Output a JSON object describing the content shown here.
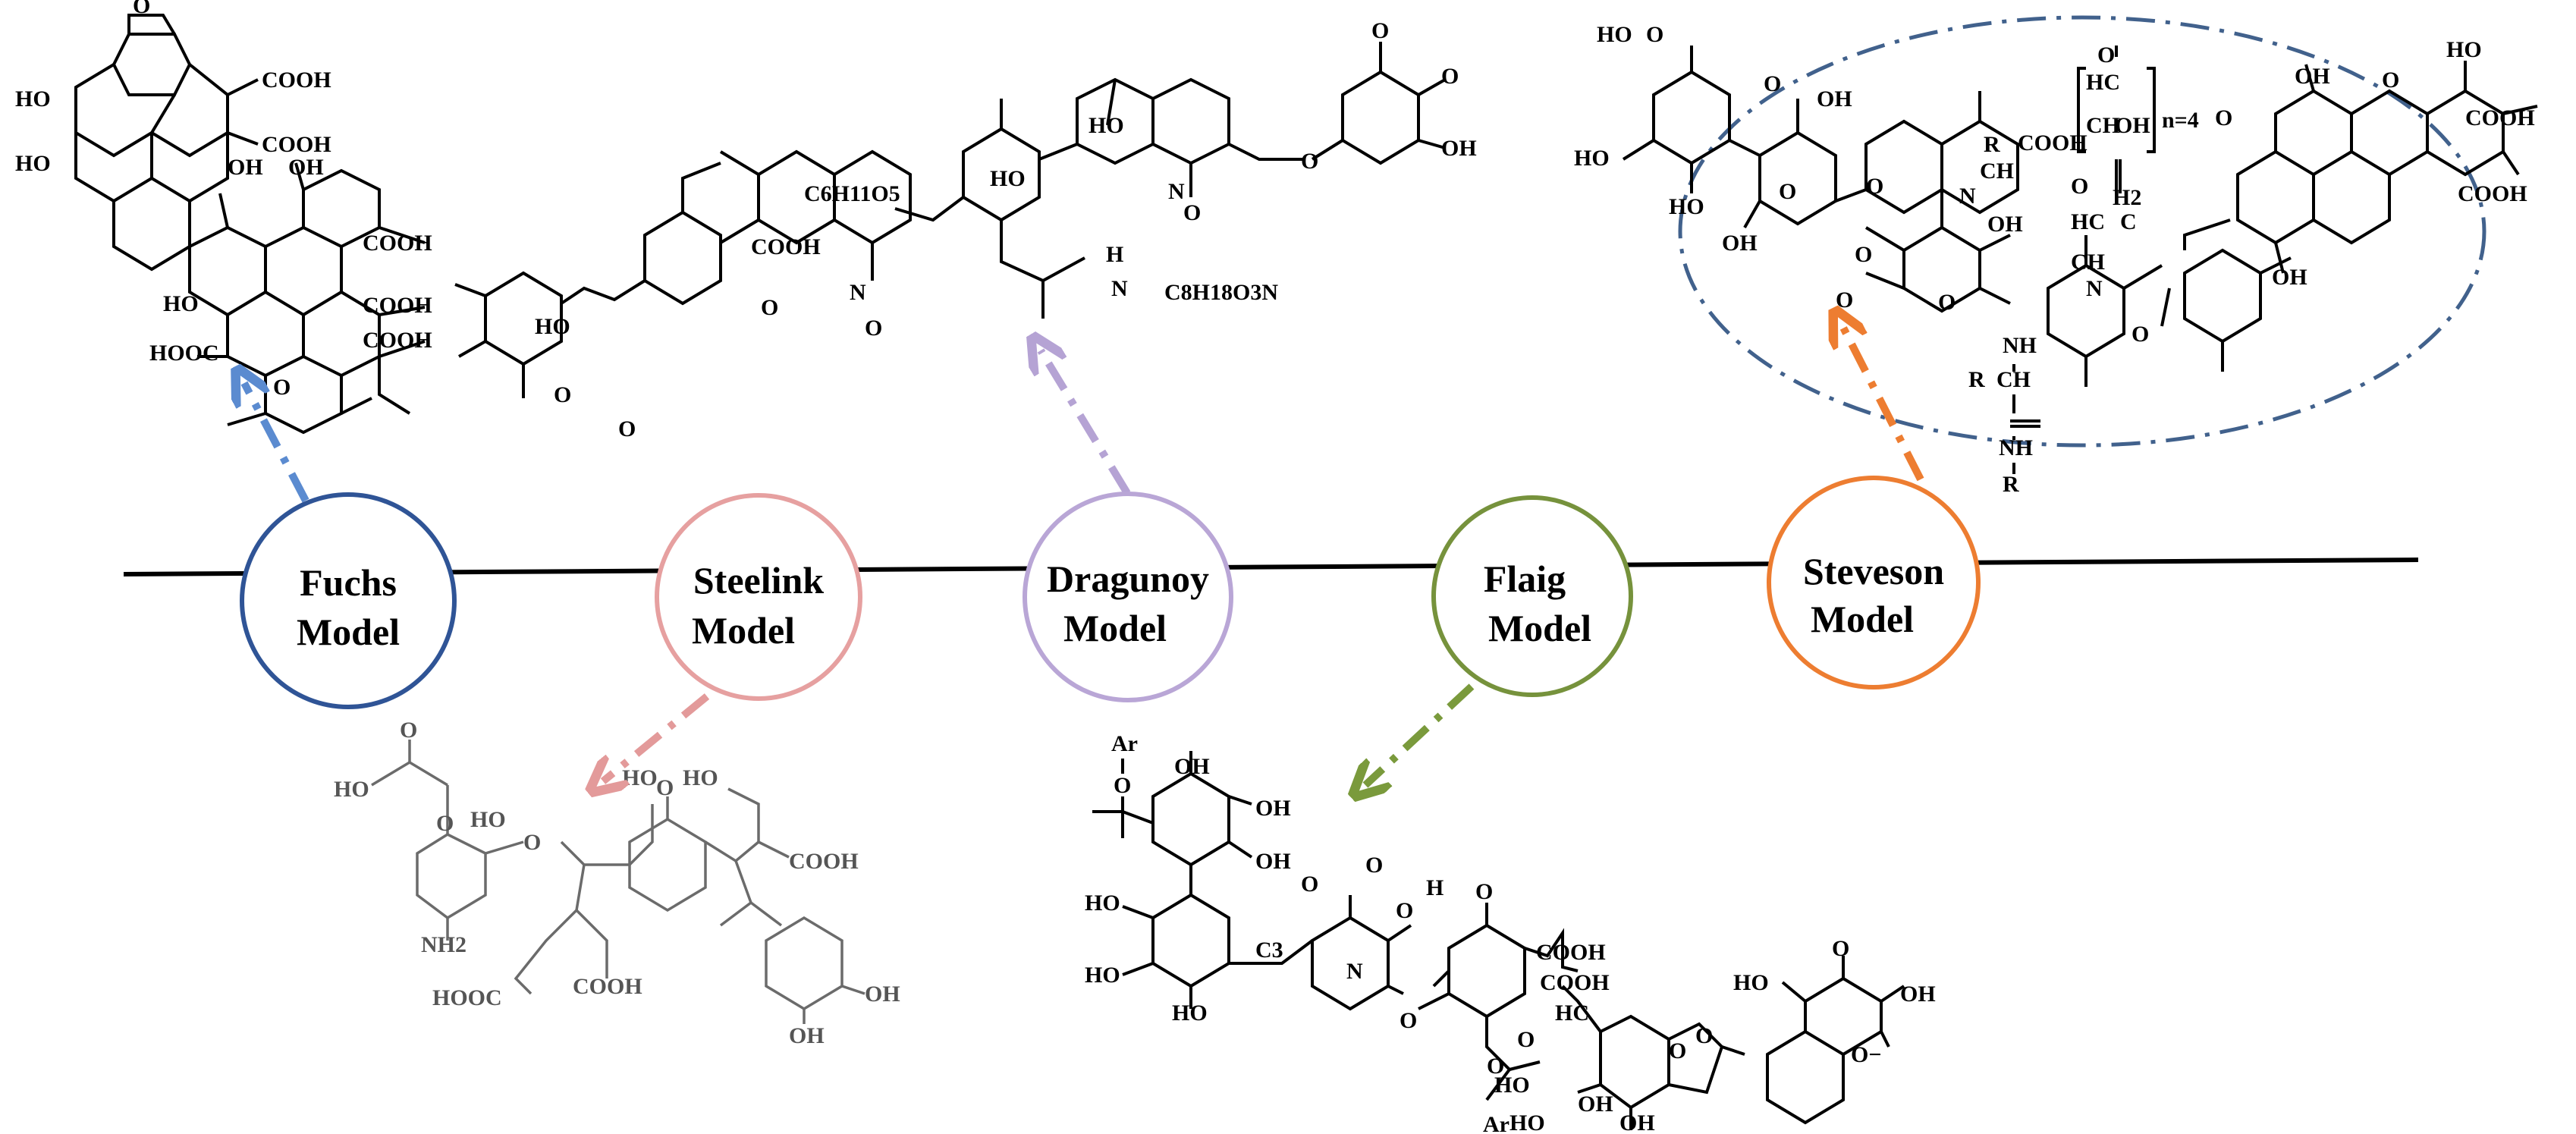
{
  "colors": {
    "fuchs": "#2f5496",
    "steelink": "#e6a0a0",
    "dragunoy": "#b9a6d6",
    "flaig": "#76923c",
    "steveson": "#ed7d31",
    "fuchs_arrow": "#5b8bd0",
    "steelink_arrow": "#e39a9a",
    "dragunoy_arrow": "#b5a3d4",
    "flaig_arrow": "#7a9a3c",
    "steveson_arrow": "#ed7d31",
    "ellipse": "#41618c"
  },
  "models": [
    {
      "id": "fuchs",
      "line1": "Fuchs",
      "line2": "Model",
      "color": "#2f5496"
    },
    {
      "id": "steelink",
      "line1": "Steelink",
      "line2": "Model",
      "color": "#e6a0a0"
    },
    {
      "id": "dragunoy",
      "line1": "Dragunoy",
      "line2": "Model",
      "color": "#b9a6d6"
    },
    {
      "id": "flaig",
      "line1": "Flaig",
      "line2": "Model",
      "color": "#76923c"
    },
    {
      "id": "steveson",
      "line1": "Steveson",
      "line2": "Model",
      "color": "#ed7d31"
    }
  ],
  "structures": {
    "fuchs": {
      "labels": [
        "O",
        "HO",
        "HO",
        "COOH",
        "COOH",
        "OH",
        "OH",
        "COOH",
        "HO",
        "COOH",
        "COOH",
        "HOOC",
        "O"
      ]
    },
    "dragunoy": {
      "labels": [
        "O",
        "O",
        "HO",
        "OH",
        "C6H11O5",
        "HO",
        "O",
        "N",
        "O",
        "COOH",
        "N",
        "O",
        "H",
        "N",
        "C8H18O3N",
        "HO",
        "O",
        "O",
        "O"
      ]
    },
    "steveson": {
      "labels": [
        "HO",
        "O",
        "O",
        "OH",
        "HO",
        "HO",
        "OH",
        "R",
        "COOH",
        "CH",
        "N",
        "O",
        "HC",
        "CH",
        "OH",
        "n=4",
        "O",
        "OH",
        "O",
        "HO",
        "COOH",
        "COOH",
        "O",
        "O",
        "O",
        "O",
        "OH",
        "H2",
        "HC",
        "C",
        "O",
        "CH",
        "N",
        "O",
        "OH",
        "NH",
        "R",
        "CH",
        "NH",
        "R",
        "O"
      ]
    },
    "steelink": {
      "labels": [
        "O",
        "HO",
        "O",
        "HO",
        "O",
        "HO",
        "O",
        "NH2",
        "COOH",
        "HO",
        "HOOC",
        "COOH",
        "OH",
        "OH"
      ]
    },
    "flaig": {
      "labels": [
        "Ar",
        "O",
        "OH",
        "OH",
        "OH",
        "HO",
        "O",
        "O",
        "O",
        "HO",
        "HO",
        "C3",
        "N",
        "H",
        "O",
        "O",
        "COOH",
        "COOH",
        "HO",
        "O",
        "O",
        "HC",
        "O",
        "OH",
        "OH",
        "O",
        "HO",
        "OH",
        "HO",
        "Ar",
        "O−",
        "O"
      ]
    }
  }
}
